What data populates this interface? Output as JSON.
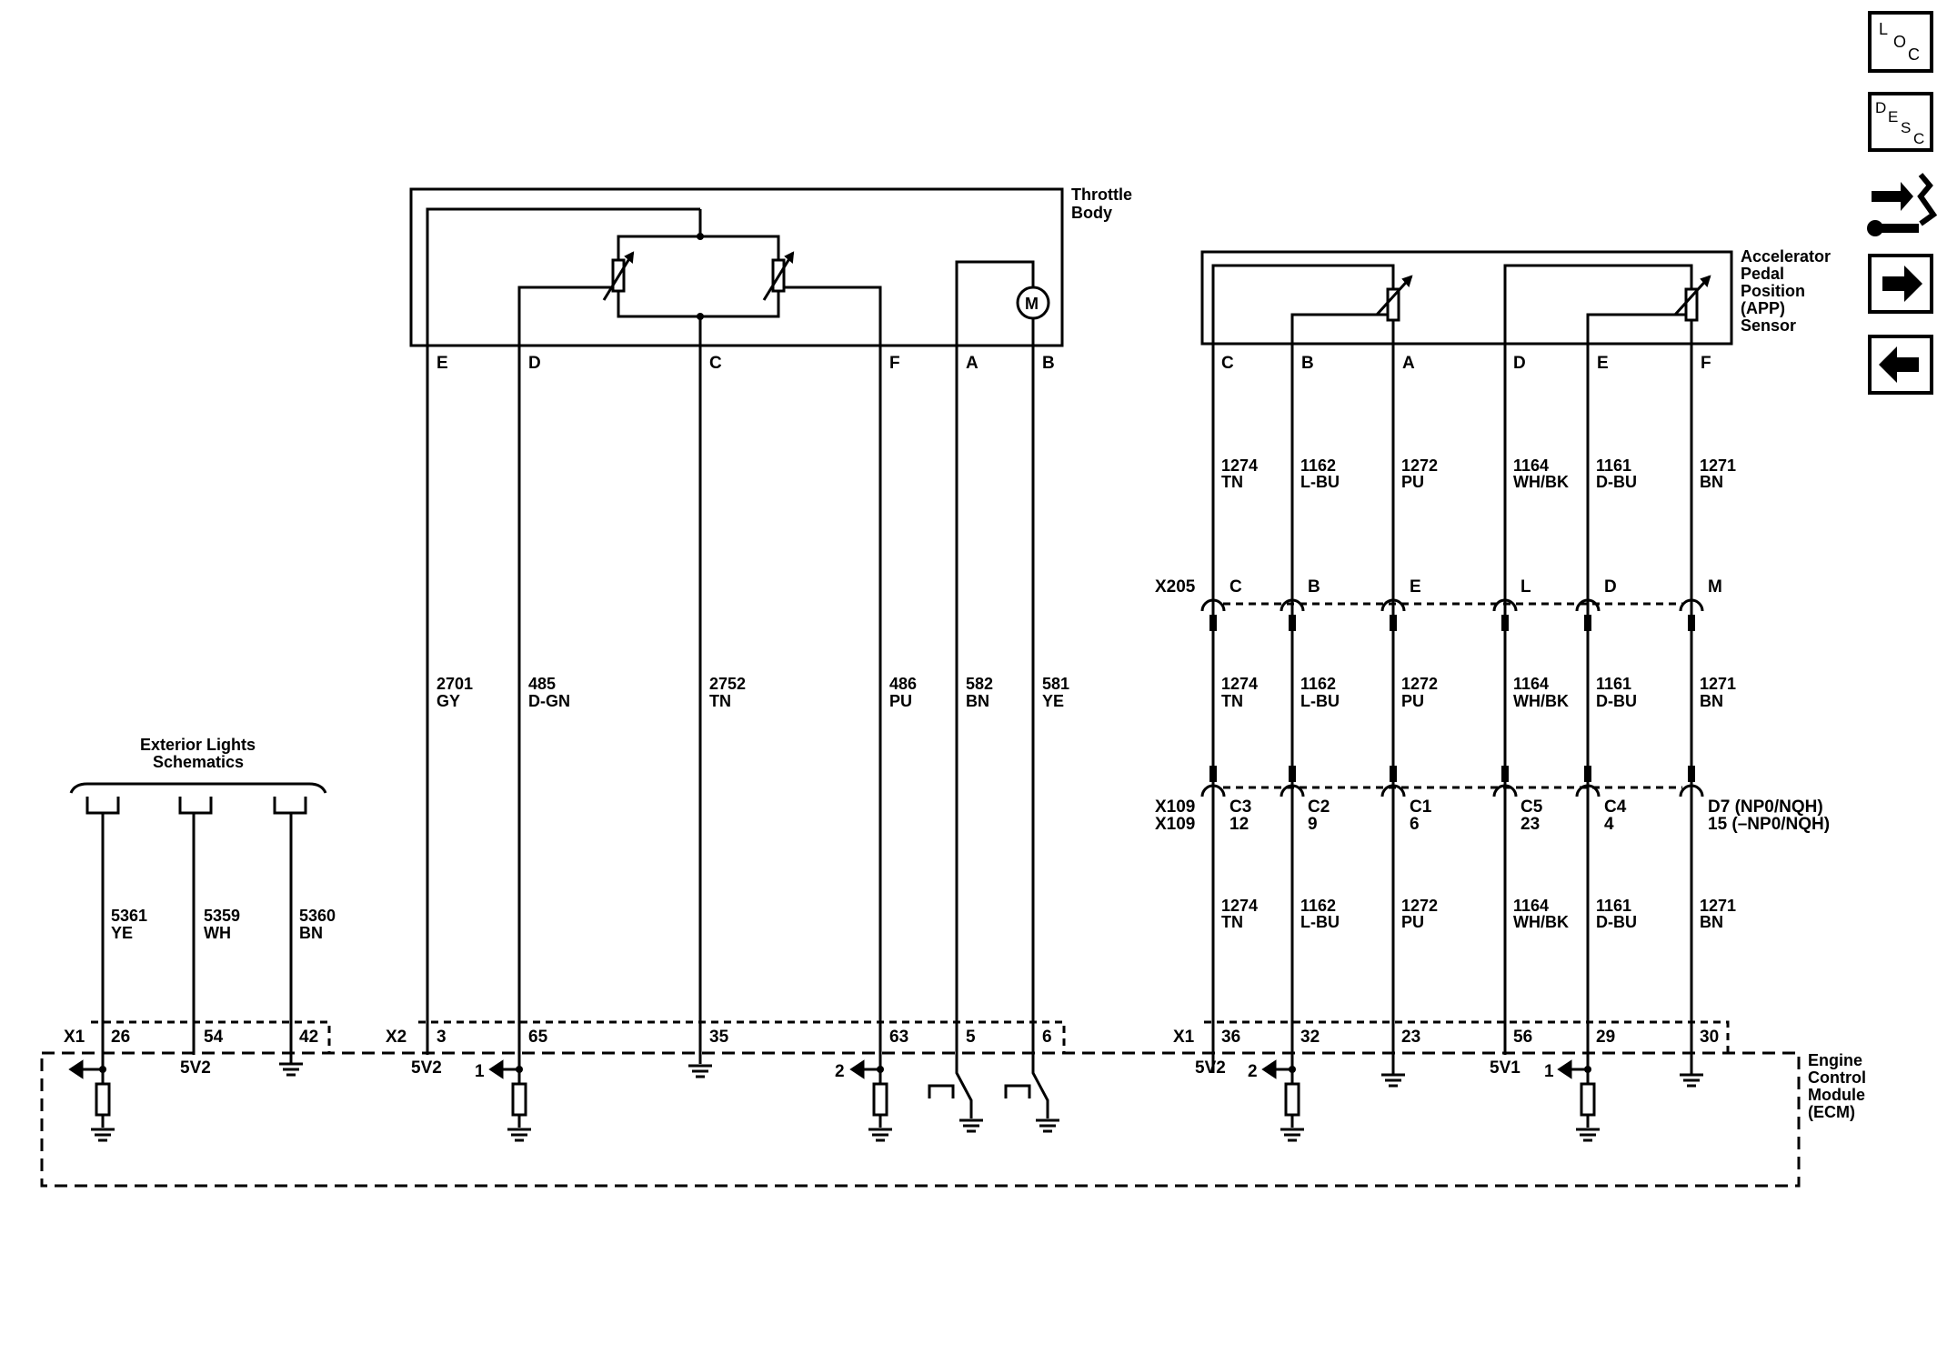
{
  "throttle_body": {
    "title_l1": "Throttle",
    "title_l2": "Body",
    "pins": [
      "E",
      "D",
      "C",
      "F",
      "A",
      "B"
    ],
    "wires": [
      {
        "circuit": "2701",
        "color": "GY"
      },
      {
        "circuit": "485",
        "color": "D-GN"
      },
      {
        "circuit": "2752",
        "color": "TN"
      },
      {
        "circuit": "486",
        "color": "PU"
      },
      {
        "circuit": "582",
        "color": "BN"
      },
      {
        "circuit": "581",
        "color": "YE"
      }
    ],
    "ecm_pins": [
      "3",
      "65",
      "35",
      "63",
      "5",
      "6"
    ],
    "motor": "M"
  },
  "app_sensor": {
    "title_l1": "Accelerator",
    "title_l2": "Pedal",
    "title_l3": "Position",
    "title_l4": "(APP)",
    "title_l5": "Sensor",
    "pins": [
      "C",
      "B",
      "A",
      "D",
      "E",
      "F"
    ],
    "wires": [
      {
        "circuit": "1274",
        "color": "TN"
      },
      {
        "circuit": "1162",
        "color": "L-BU"
      },
      {
        "circuit": "1272",
        "color": "PU"
      },
      {
        "circuit": "1164",
        "color": "WH/BK"
      },
      {
        "circuit": "1161",
        "color": "D-BU"
      },
      {
        "circuit": "1271",
        "color": "BN"
      }
    ],
    "x205_pins": [
      "C",
      "B",
      "E",
      "L",
      "D",
      "M"
    ],
    "x109_top": [
      "C3",
      "C2",
      "C1",
      "C5",
      "C4",
      "D7 (NP0/NQH)"
    ],
    "x109_bot": [
      "12",
      "9",
      "6",
      "23",
      "4",
      "15 (–NP0/NQH)"
    ],
    "ecm_pins": [
      "36",
      "32",
      "23",
      "56",
      "29",
      "30"
    ]
  },
  "exterior": {
    "title_l1": "Exterior Lights",
    "title_l2": "Schematics",
    "wires": [
      {
        "circuit": "5361",
        "color": "YE"
      },
      {
        "circuit": "5359",
        "color": "WH"
      },
      {
        "circuit": "5360",
        "color": "BN"
      }
    ],
    "ecm_pins": [
      "26",
      "54",
      "42"
    ]
  },
  "connectors": {
    "x205": "X205",
    "x109a": "X109",
    "x109b": "X109",
    "x1_left": "X1",
    "x2": "X2",
    "x1_right": "X1"
  },
  "ecm": {
    "title_l1": "Engine",
    "title_l2": "Control",
    "title_l3": "Module",
    "title_l4": "(ECM)",
    "ref_5v2_a": "5V2",
    "ref_5v2_b": "5V2",
    "ref_5v2_c": "5V2",
    "ref_5v1": "5V1",
    "sig_1a": "1",
    "sig_2a": "2",
    "sig_2b": "2",
    "sig_1b": "1"
  },
  "nav": {
    "loc_l": "L",
    "loc_o": "O",
    "loc_c": "C",
    "desc_d": "D",
    "desc_e": "E",
    "desc_s": "S",
    "desc_c": "C"
  }
}
